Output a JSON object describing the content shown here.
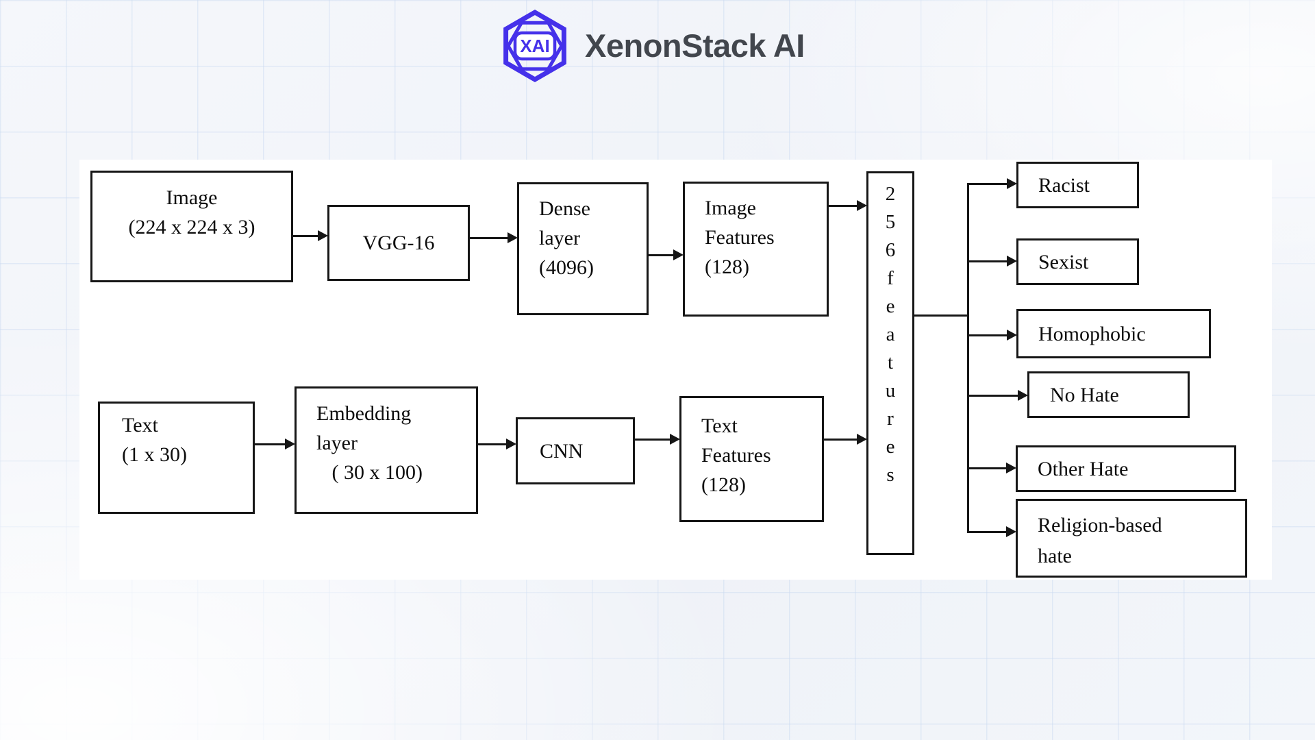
{
  "logo": {
    "brand": "XenonStack AI",
    "icon_text": "XAI",
    "accent_color": "#4531ea",
    "brand_text_color": "#42464d"
  },
  "diagram": {
    "colors": {
      "line": "#161616",
      "box_bg": "#ffffff",
      "panel_bg": "#ffffff"
    },
    "boxes": {
      "image_input": {
        "lines": [
          "Image",
          "(224 x 224 x 3)"
        ]
      },
      "vgg": {
        "lines": [
          "VGG-16"
        ]
      },
      "dense": {
        "lines": [
          "Dense",
          "layer",
          "(4096)"
        ]
      },
      "image_features": {
        "lines": [
          "Image",
          "Features",
          "(128)"
        ]
      },
      "text_input": {
        "lines": [
          "Text",
          "(1 x 30)"
        ]
      },
      "embedding": {
        "lines": [
          "Embedding",
          "layer",
          "   ( 30 x 100)"
        ]
      },
      "cnn": {
        "lines": [
          "CNN"
        ]
      },
      "text_features": {
        "lines": [
          "Text",
          "Features",
          "(128)"
        ]
      },
      "fusion": {
        "lines": [
          "2",
          "5",
          "6",
          "f",
          "e",
          "a",
          "t",
          "u",
          "r",
          "e",
          "s"
        ]
      }
    },
    "outputs": [
      {
        "label": "Racist"
      },
      {
        "label": "Sexist"
      },
      {
        "label": "Homophobic"
      },
      {
        "label": "No Hate"
      },
      {
        "label": "Other Hate"
      },
      {
        "lines": [
          "Religion-based",
          "hate"
        ]
      }
    ]
  }
}
